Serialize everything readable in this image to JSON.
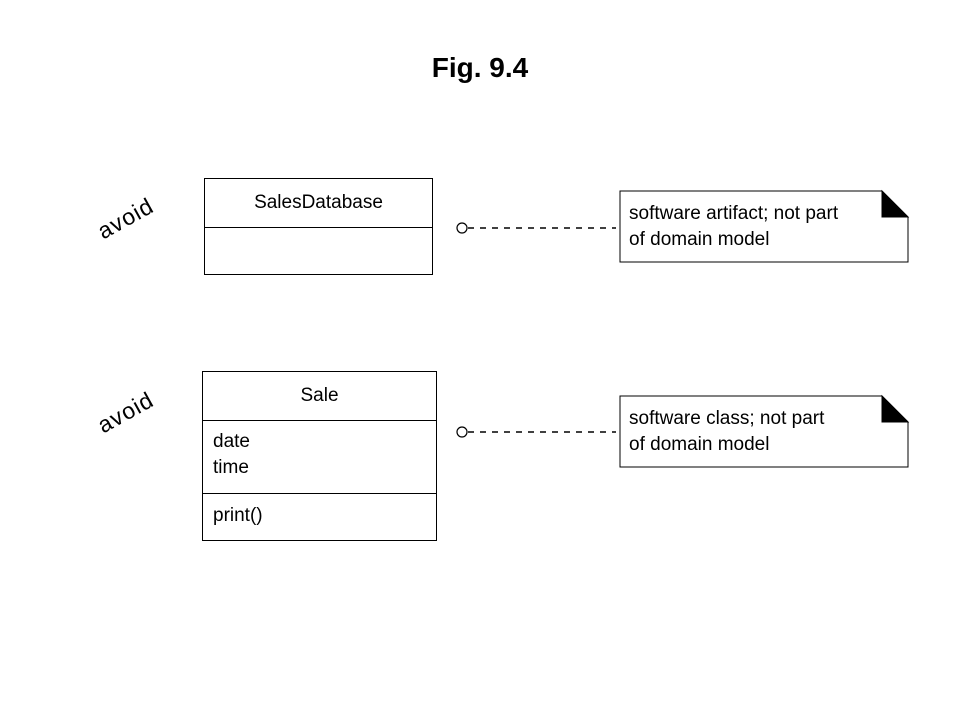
{
  "title": "Fig. 9.4",
  "labels": {
    "avoid_1": "avoid",
    "avoid_2": "avoid"
  },
  "classes": [
    {
      "name": "SalesDatabase",
      "attributes": [],
      "operations": []
    },
    {
      "name": "Sale",
      "attributes": [
        "date",
        "time"
      ],
      "operations": [
        "print()"
      ]
    }
  ],
  "notes": [
    {
      "line1": "software artifact; not part",
      "line2": "of domain model"
    },
    {
      "line1": "software class; not part",
      "line2": "of domain model"
    }
  ],
  "colors": {
    "stroke": "#000000",
    "background": "#ffffff"
  }
}
